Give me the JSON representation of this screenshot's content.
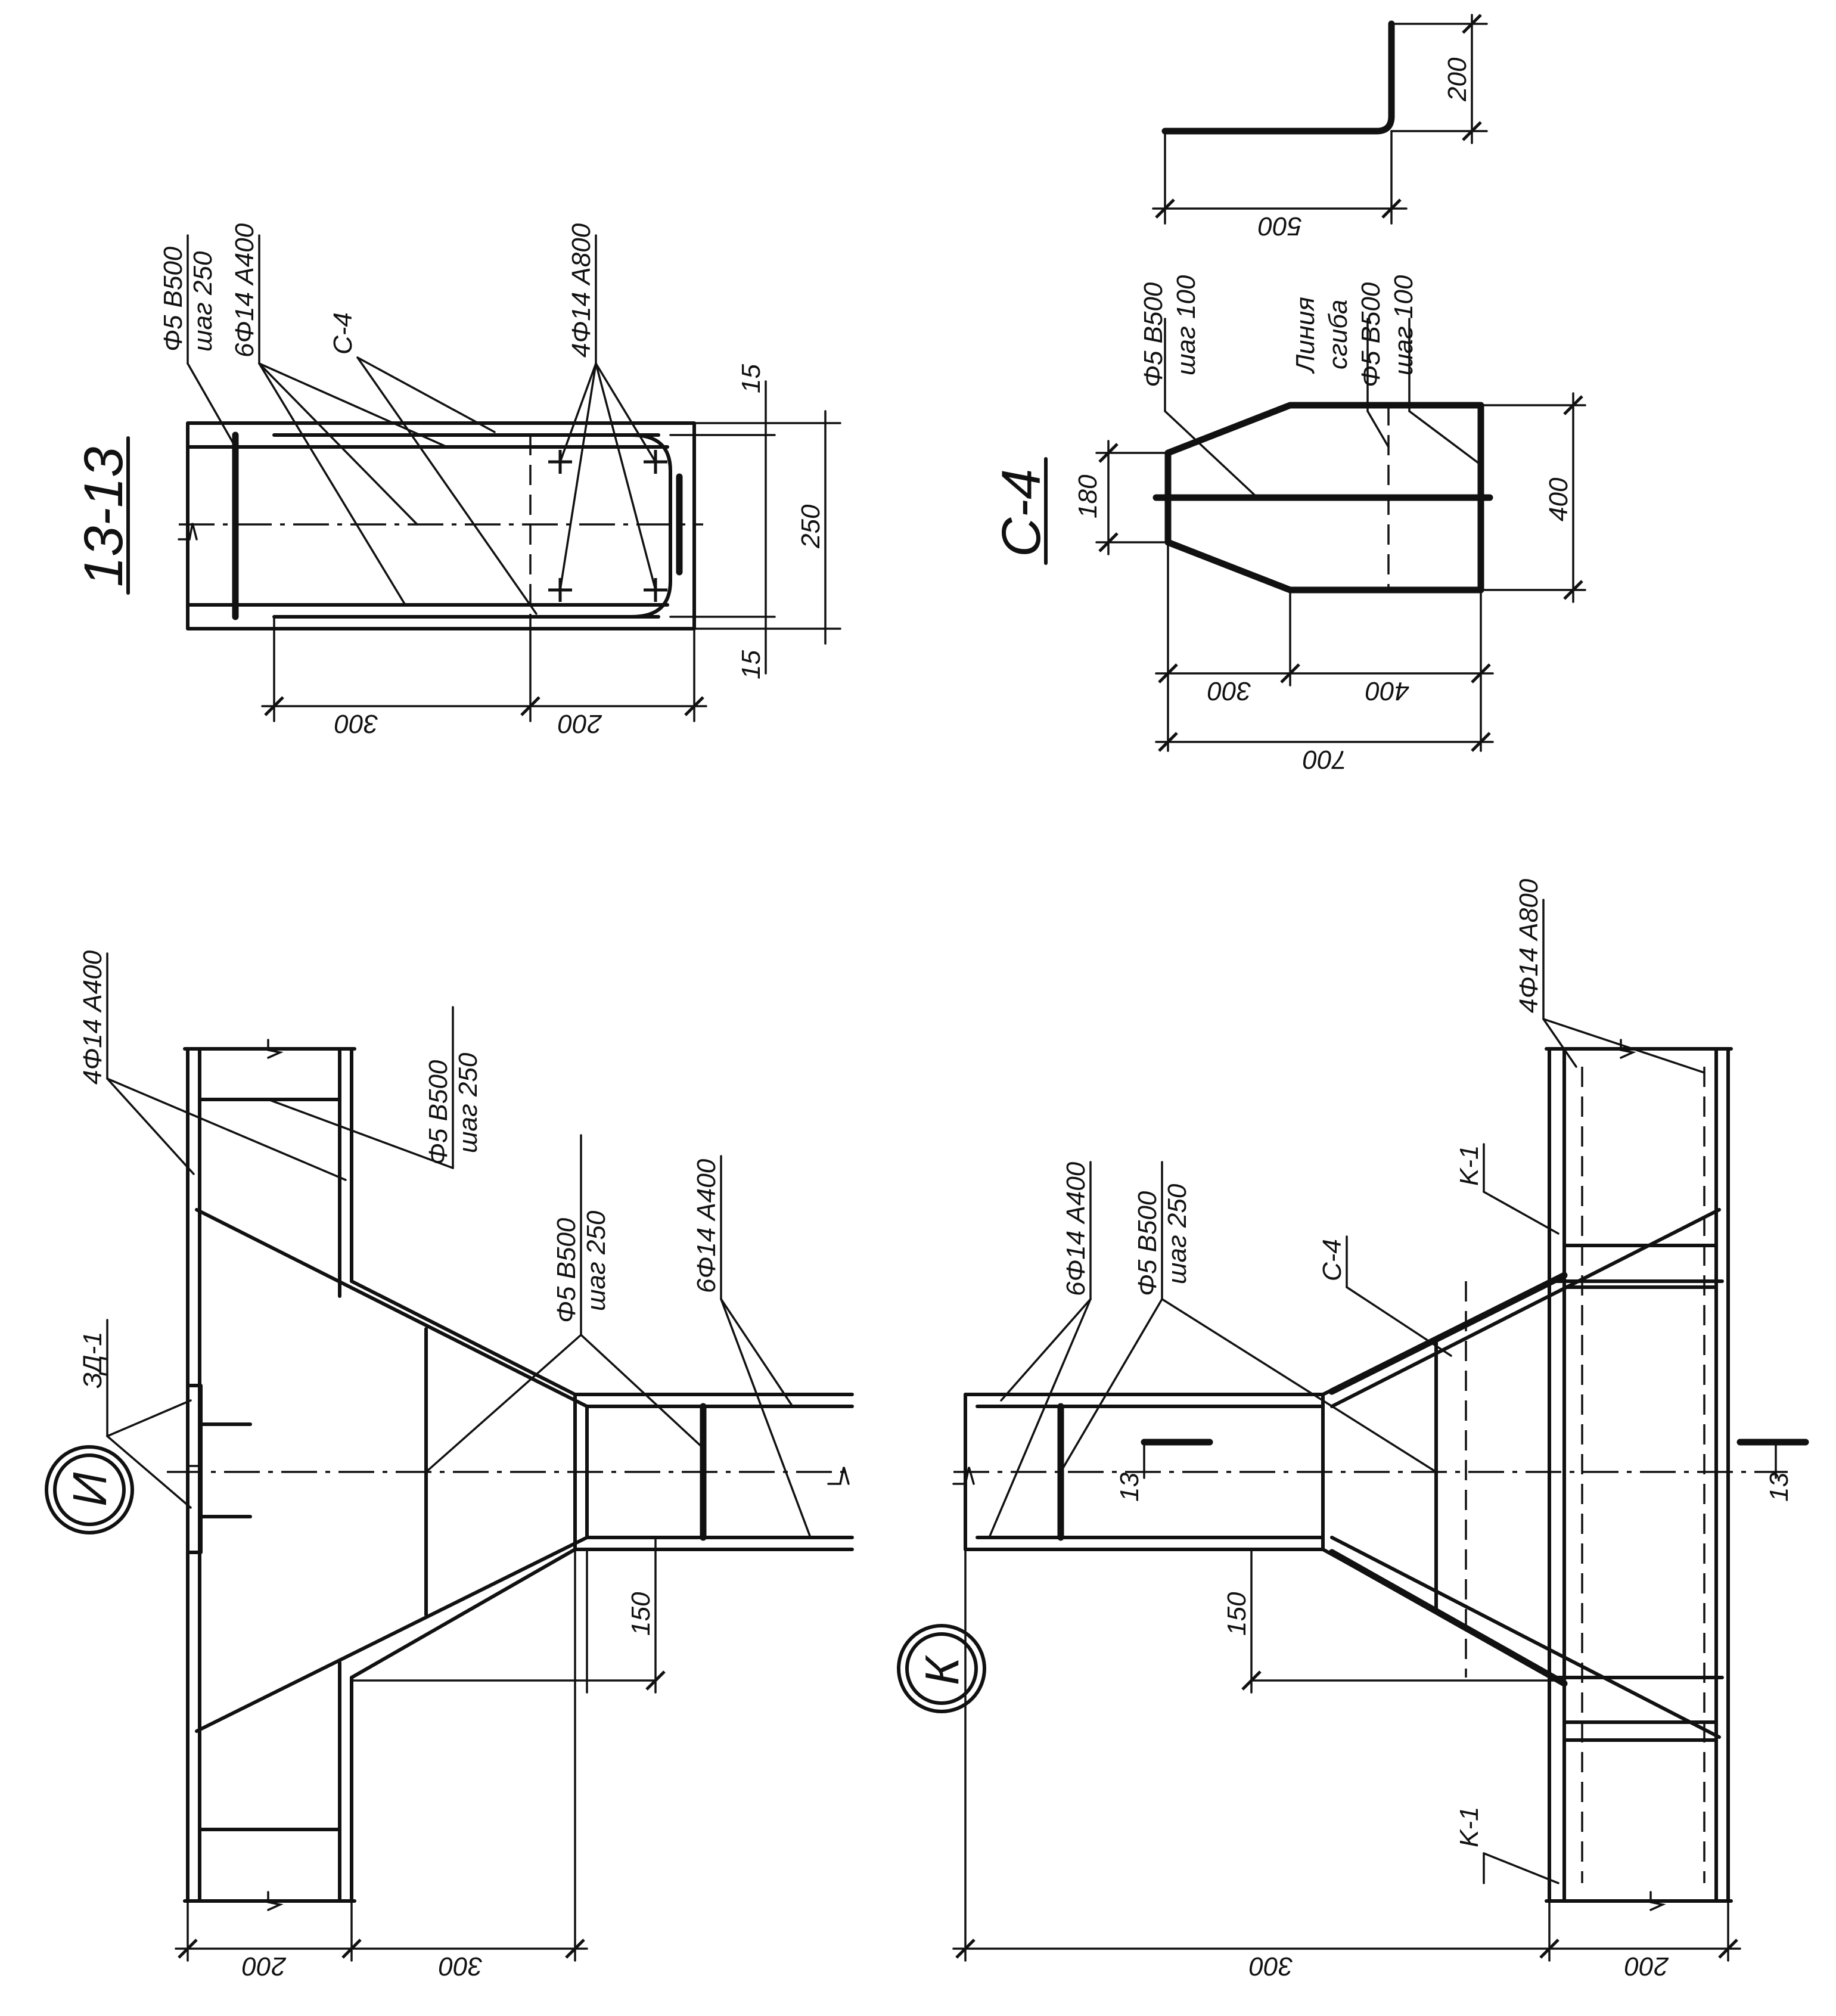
{
  "labels": {
    "sec_title": "13-13",
    "c4_title": "C-4",
    "node_i": "И",
    "node_k": "К",
    "rebar_phi5_b500": "Φ5 B500",
    "step_250": "шаг 250",
    "step_100": "шаг 100",
    "rebar_6phi14_a400": "6Φ14 A400",
    "rebar_4phi14_a400": "4Φ14 A400",
    "rebar_4phi14_a800": "4Φ14 A800",
    "c4": "C-4",
    "k1": "K-1",
    "zd1": "ЗД-1",
    "bend_line_1": "Линия",
    "bend_line_2": "сгиба",
    "cut_13": "13"
  },
  "dimensions": {
    "d15": "15",
    "d250": "250",
    "d300": "300",
    "d200": "200",
    "d500": "500",
    "d180": "180",
    "d400": "400",
    "d700": "700",
    "d150": "150"
  }
}
